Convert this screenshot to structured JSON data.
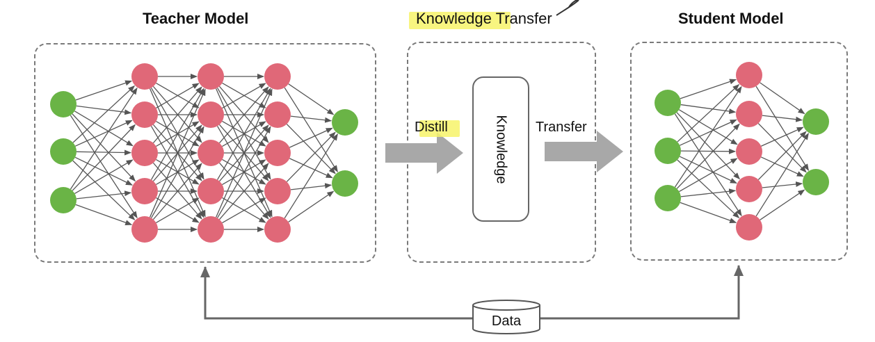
{
  "titles": {
    "teacher": "Teacher Model",
    "transfer": "Knowledge Transfer",
    "student": "Student Model"
  },
  "labels": {
    "distill": "Distill",
    "transfer": "Transfer",
    "knowledge": "Knowledge",
    "data": "Data"
  },
  "colors": {
    "input_output_node": "#6ab446",
    "hidden_node": "#e06878",
    "edge": "#555555",
    "arrow_fill": "#a8a8a8",
    "highlight": "#f7f36a",
    "dashed_border": "#7a7a7a"
  }
}
